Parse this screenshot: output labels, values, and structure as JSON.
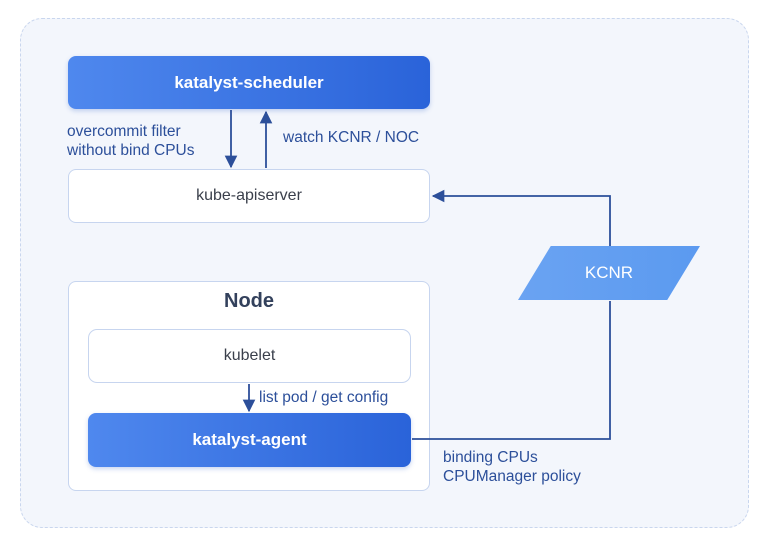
{
  "diagram": {
    "scheduler": {
      "label": "katalyst-scheduler"
    },
    "apiserver": {
      "label": "kube-apiserver"
    },
    "node": {
      "title": "Node",
      "kubelet": {
        "label": "kubelet"
      },
      "agent": {
        "label": "katalyst-agent"
      }
    },
    "kcnr": {
      "label": "KCNR"
    },
    "edges": {
      "overcommit": {
        "line1": "overcommit filter",
        "line2": "without bind CPUs"
      },
      "watch": {
        "label": "watch KCNR / NOC"
      },
      "list_pod": {
        "label": "list pod / get config"
      },
      "binding": {
        "line1": "binding CPUs",
        "line2": "CPUManager policy"
      }
    },
    "colors": {
      "primary_gradient_start": "#4f88ee",
      "primary_gradient_end": "#2a63d9",
      "arrow": "#2c4f9a",
      "frame_border": "#c9d6ee",
      "kcnr": "#6aa3f2"
    }
  }
}
